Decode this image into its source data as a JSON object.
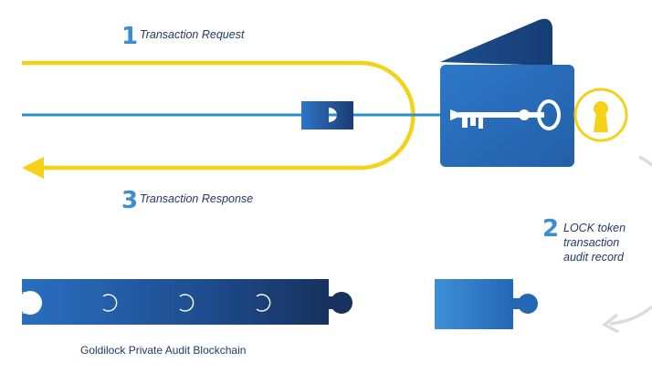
{
  "colors": {
    "yellow": "#f5d21a",
    "blue_line": "#2c8fc6",
    "blue_dark": "#1b3f7a",
    "blue_mid": "#2a70bd",
    "blue_light": "#3f8dd6",
    "step_blue": "#3b8fd0",
    "text_dark": "#1f3a63",
    "gray_arrow": "#dcdcdc"
  },
  "steps": [
    {
      "number": "1",
      "label": "Transaction Request"
    },
    {
      "number": "2",
      "label_lines": [
        "LOCK token",
        "transaction",
        "audit record"
      ]
    },
    {
      "number": "3",
      "label": "Transaction Response"
    }
  ],
  "blockchain": {
    "caption": "Goldilock Private Audit Blockchain"
  },
  "icons": {
    "wallet": "wallet-icon",
    "key": "key-icon",
    "keyhole": "keyhole-icon",
    "puzzle": "puzzle-piece-icon",
    "arrow": "curved-arrow-icon"
  }
}
